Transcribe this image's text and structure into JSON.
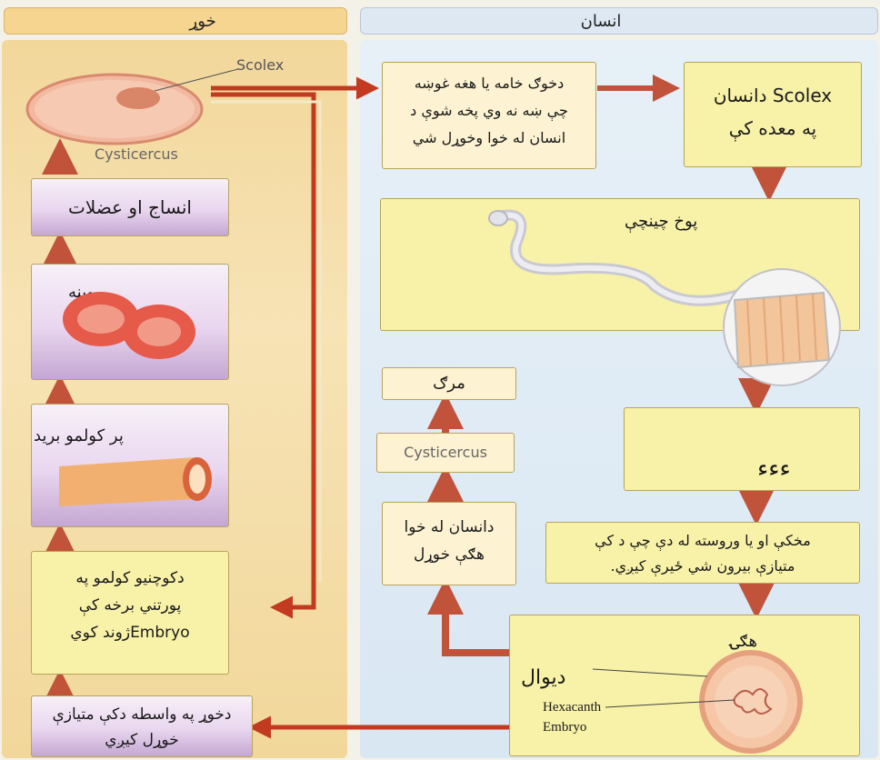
{
  "headers": {
    "host_animal": "خوړ",
    "human": "انسان"
  },
  "left": {
    "scolex_label": "Scolex",
    "cysticercus_label": "Cysticercus",
    "tissues_muscles": "انساج او عضلات",
    "blood": "وينه",
    "intestine_wall": "پر کولمو برید",
    "embryo_box": [
      "دکوچنيو کولمو په",
      "پورتني برخه کې",
      "Embryoژوند کوي"
    ],
    "eggs_eaten": [
      "دخوړ په واسطه دکې متيازې",
      "خوړل کيږي"
    ]
  },
  "right": {
    "raw_meat": [
      "دخوګ خامه يا هغه غوښه",
      "چې ښه نه وي پخه شوې د",
      "انسان له خوا وخوړل شي"
    ],
    "scolex_stomach": [
      "Scolex دانسان",
      "په معده کې"
    ],
    "tapeworm": "پوخ چينچې",
    "death": "مرګ",
    "cysticercus": "Cysticercus",
    "eggs_eaten_human": [
      "دانسان له خوا",
      "هګې خوړل"
    ],
    "segments_text": "ءءء",
    "expelled": [
      "مخکې او يا وروسته له دې چې د کې",
      "متيازې بيرون شي ځيرې کيږي."
    ],
    "egg": "هګۍ",
    "wall": "ديوال",
    "hexacanth": [
      "Hexacanth",
      "Embryo"
    ]
  },
  "colors": {
    "arrow_brown": "#c0533a",
    "arrow_red": "#c23a1f",
    "box_yellow": "#f8f1a8"
  }
}
